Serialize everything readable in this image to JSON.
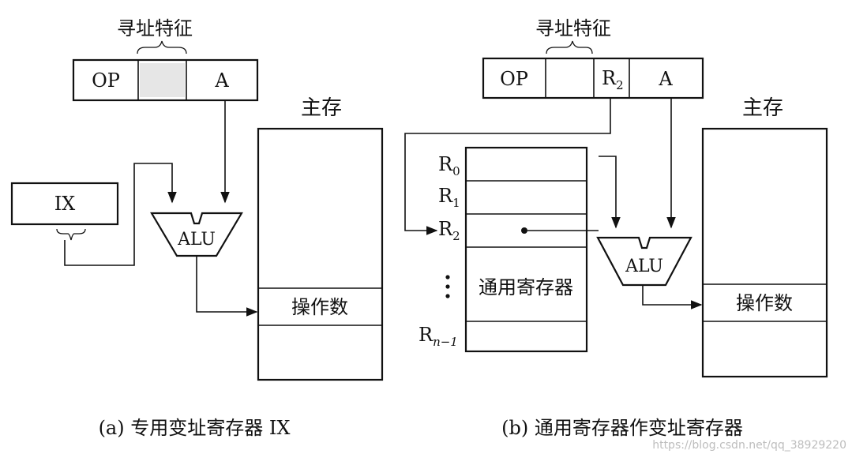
{
  "left": {
    "brace_label": "寻址特征",
    "instr_op": "OP",
    "instr_a": "A",
    "memory_title": "主存",
    "ix_label": "IX",
    "alu_label": "ALU",
    "operand_label": "操作数",
    "caption": "(a) 专用变址寄存器 IX"
  },
  "right": {
    "brace_label": "寻址特征",
    "instr_op": "OP",
    "instr_r2": "R",
    "instr_r2_sub": "2",
    "instr_a": "A",
    "memory_title": "主存",
    "registers": [
      {
        "name": "R",
        "sub": "0"
      },
      {
        "name": "R",
        "sub": "1"
      },
      {
        "name": "R",
        "sub": "2"
      },
      {
        "name": "R",
        "sub": "n−1"
      }
    ],
    "gpr_label": "通用寄存器",
    "alu_label": "ALU",
    "operand_label": "操作数",
    "caption": "(b) 通用寄存器作变址寄存器"
  },
  "watermark": "https://blog.csdn.net/qq_38929220"
}
